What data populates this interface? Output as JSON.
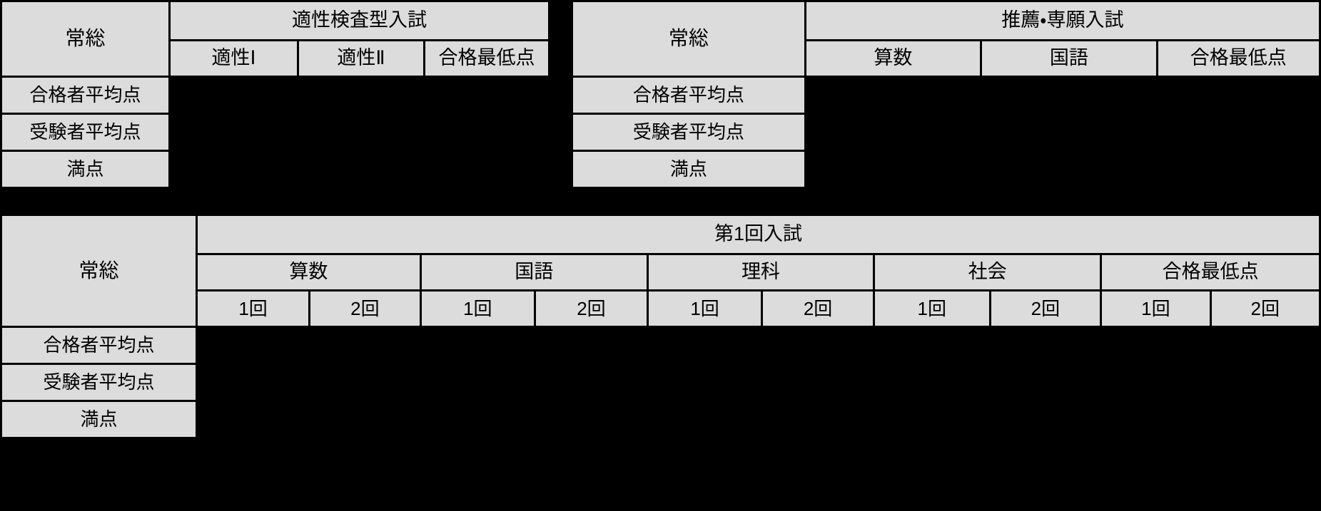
{
  "page": {
    "background_color": "#000000",
    "header_cell_color": "#dcdcdc",
    "border_color": "#000000",
    "text_color": "#000000"
  },
  "tables": [
    {
      "id": "tekisei",
      "school_label": "常総",
      "exam_title": "適性検査型入試",
      "columns": [
        "適性Ⅰ",
        "適性Ⅱ",
        "合格最低点"
      ],
      "rows": [
        "合格者平均点",
        "受験者平均点",
        "満点"
      ],
      "values": [
        [
          "",
          "",
          ""
        ],
        [
          "",
          "",
          ""
        ],
        [
          "",
          "",
          ""
        ]
      ]
    },
    {
      "id": "suisen",
      "school_label": "常総",
      "exam_title": "推薦・専願入試",
      "columns": [
        "算数",
        "国語",
        "合格最低点"
      ],
      "rows": [
        "合格者平均点",
        "受験者平均点",
        "満点"
      ],
      "values": [
        [
          "",
          "",
          ""
        ],
        [
          "",
          "",
          ""
        ],
        [
          "",
          "",
          ""
        ]
      ]
    },
    {
      "id": "dai1",
      "school_label": "常総",
      "exam_title": "第1回入試",
      "subjects": [
        "算数",
        "国語",
        "理科",
        "社会",
        "合格最低点"
      ],
      "attempt_labels": [
        "1回",
        "2回"
      ],
      "columns": [
        "1回",
        "2回",
        "1回",
        "2回",
        "1回",
        "2回",
        "1回",
        "2回",
        "1回",
        "2回"
      ],
      "rows": [
        "合格者平均点",
        "受験者平均点",
        "満点"
      ],
      "values": [
        [
          "",
          "",
          "",
          "",
          "",
          "",
          "",
          "",
          "",
          ""
        ],
        [
          "",
          "",
          "",
          "",
          "",
          "",
          "",
          "",
          "",
          ""
        ],
        [
          "",
          "",
          "",
          "",
          "",
          "",
          "",
          "",
          "",
          ""
        ]
      ]
    }
  ]
}
